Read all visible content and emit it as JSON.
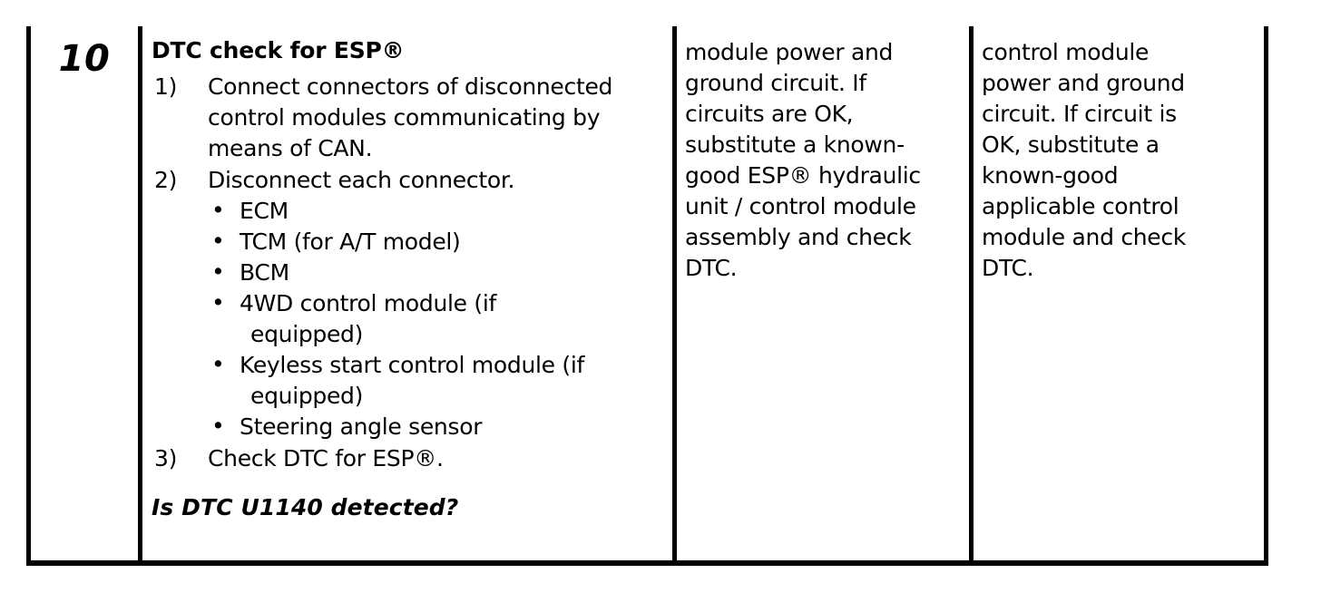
{
  "table": {
    "step_number": "10",
    "action_column": {
      "heading": "DTC check for ESP®",
      "steps": [
        {
          "marker": "1)",
          "text": "Connect connectors of disconnected control modules communicating by means of CAN."
        },
        {
          "marker": "2)",
          "text": "Disconnect each connector."
        },
        {
          "marker": "3)",
          "text": "Check DTC for ESP®."
        }
      ],
      "bullets": [
        {
          "text": "ECM",
          "continuation": ""
        },
        {
          "text": "TCM (for A/T model)",
          "continuation": ""
        },
        {
          "text": "BCM",
          "continuation": ""
        },
        {
          "text": "4WD control module (if",
          "continuation": "equipped)"
        },
        {
          "text": "Keyless start control module (if",
          "continuation": "equipped)"
        },
        {
          "text": "Steering angle sensor",
          "continuation": ""
        }
      ],
      "question": "Is DTC U1140 detected?"
    },
    "yes_column": {
      "lines": [
        "module power and",
        "ground circuit. If",
        "circuits are OK,",
        "substitute a known-",
        "good ESP® hydraulic",
        "unit / control module",
        "assembly and check",
        "DTC."
      ]
    },
    "no_column": {
      "lines": [
        "control module",
        "power and ground",
        "circuit. If circuit is",
        "OK, substitute a",
        "known-good",
        "applicable control",
        "module and check",
        "DTC."
      ]
    }
  },
  "colors": {
    "text": "#000000",
    "background": "#ffffff",
    "rule": "#000000"
  }
}
